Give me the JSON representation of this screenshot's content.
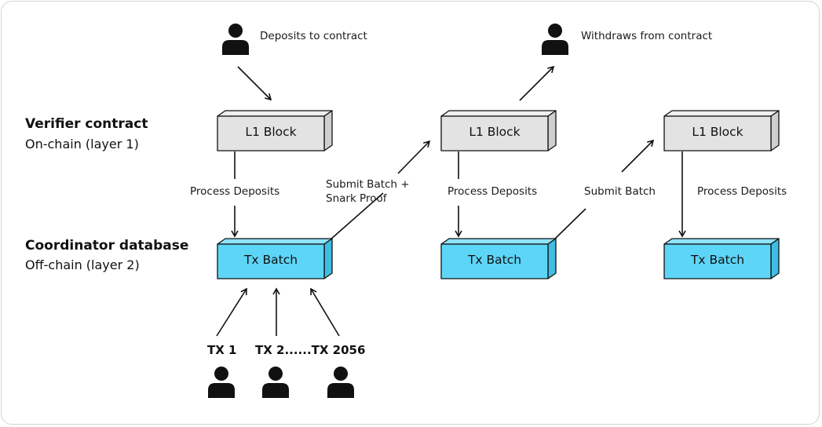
{
  "layers": {
    "onchain_title": "Verifier contract",
    "onchain_sub": "On-chain (layer 1)",
    "offchain_title": "Coordinator database",
    "offchain_sub": "Off-chain (layer 2)"
  },
  "actors": {
    "depositor_label": "Deposits to contract",
    "withdrawer_label": "Withdraws from contract"
  },
  "blocks": [
    {
      "label": "L1 Block"
    },
    {
      "label": "L1 Block"
    },
    {
      "label": "L1 Block"
    }
  ],
  "batches": [
    {
      "label": "Tx Batch"
    },
    {
      "label": "Tx Batch"
    },
    {
      "label": "Tx Batch"
    }
  ],
  "edges": {
    "process_deposits_1": "Process Deposits",
    "submit_batch_proof": "Submit Batch +\nSnark Proof",
    "process_deposits_2": "Process Deposits",
    "submit_batch": "Submit Batch",
    "process_deposits_3": "Process Deposits"
  },
  "transactions": {
    "tx1": "TX 1",
    "tx_range": "TX 2......TX 2056"
  },
  "colors": {
    "block_fill": "#e3e3e3",
    "block_top": "#efefef",
    "block_side": "#cfcfcf",
    "batch_fill": "#5dd5f7",
    "batch_top": "#8ee4fb",
    "batch_side": "#3fbde3",
    "stroke": "#111111"
  }
}
